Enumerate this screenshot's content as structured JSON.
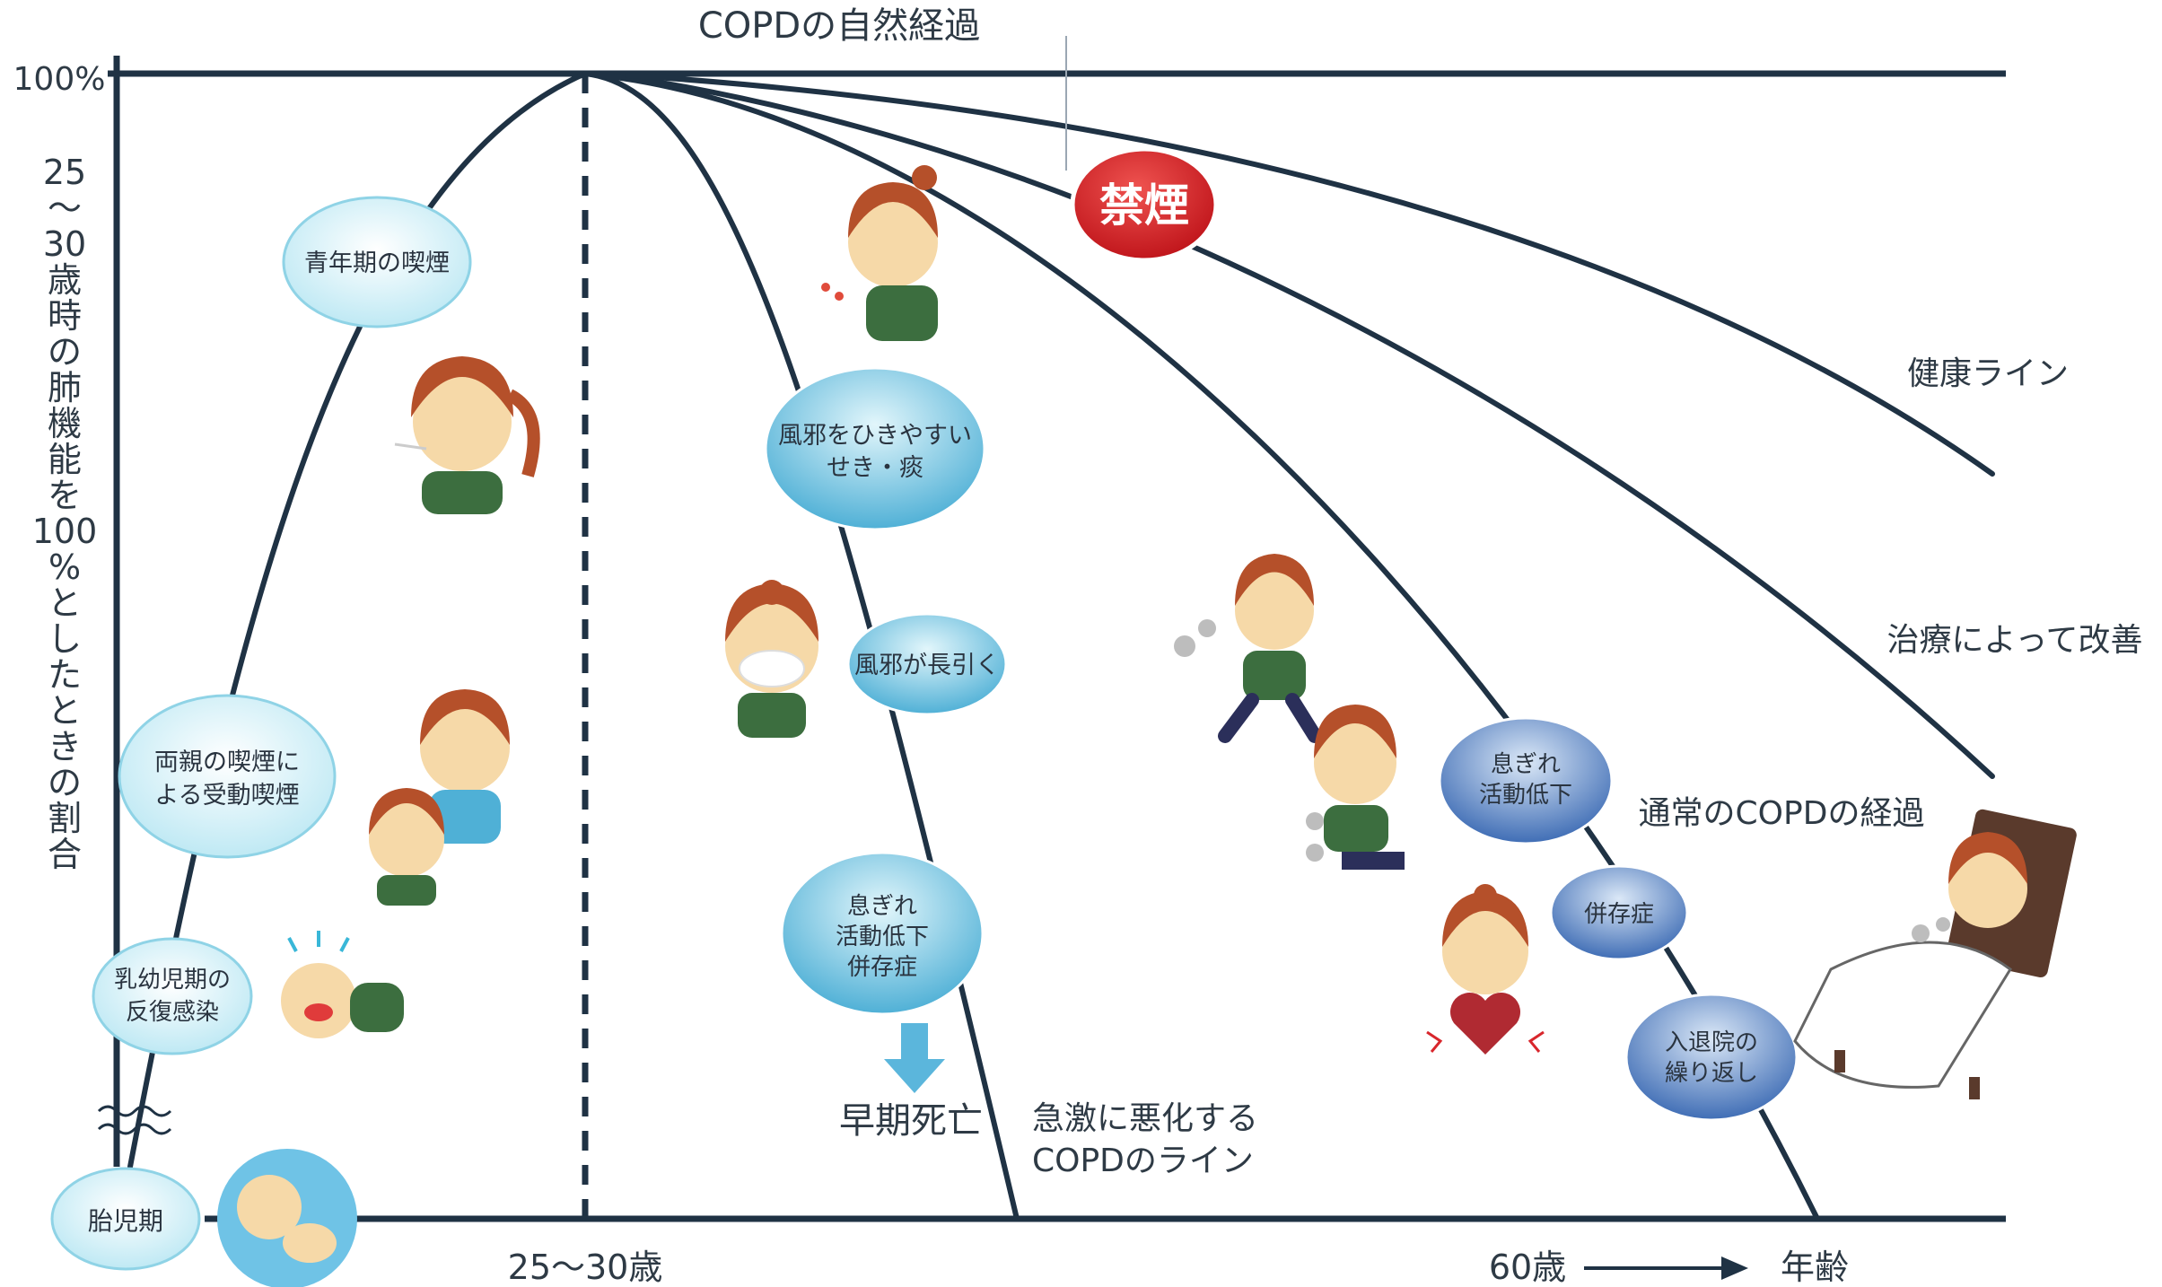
{
  "title": "COPDの自然経過",
  "y_axis": {
    "top_label": "100%",
    "vertical_label": [
      "25",
      "～",
      "30",
      "歳",
      "時",
      "の",
      "肺",
      "機",
      "能",
      "を",
      "100",
      "%",
      "と",
      "し",
      "た",
      "と",
      "き",
      "の",
      "割",
      "合"
    ]
  },
  "x_axis": {
    "peak_label": "25～30歳",
    "age60_label": "60歳",
    "end_label": "年齢"
  },
  "lines": {
    "healthy": "健康ライン",
    "improved": "治療によって改善",
    "normal_copd": "通常のCOPDの経過",
    "rapid_copd_1": "急激に悪化する",
    "rapid_copd_2": "COPDのライン",
    "early_death": "早期死亡"
  },
  "stop_smoking": "禁煙",
  "bubbles": {
    "fetal": "胎児期",
    "infant_1": "乳幼児期の",
    "infant_2": "反復感染",
    "parents_1": "両親の喫煙に",
    "parents_2": "よる受動喫煙",
    "youth": "青年期の喫煙",
    "cold_1": "風邪をひきやすい",
    "cold_2": "せき・痰",
    "lingering": "風邪が長引く",
    "breath_a_1": "息ぎれ",
    "breath_a_2": "活動低下",
    "breath_a_3": "併存症",
    "breath_b_1": "息ぎれ",
    "breath_b_2": "活動低下",
    "comorbid": "併存症",
    "hospital_1": "入退院の",
    "hospital_2": "繰り返し"
  },
  "colors": {
    "line": "#1f3244",
    "light_bubble": "#d3f1f7",
    "mid_bubble": "#6fc0dc",
    "dark_bubble": "#5b82c2",
    "stop_smoking": "#d8262c"
  }
}
